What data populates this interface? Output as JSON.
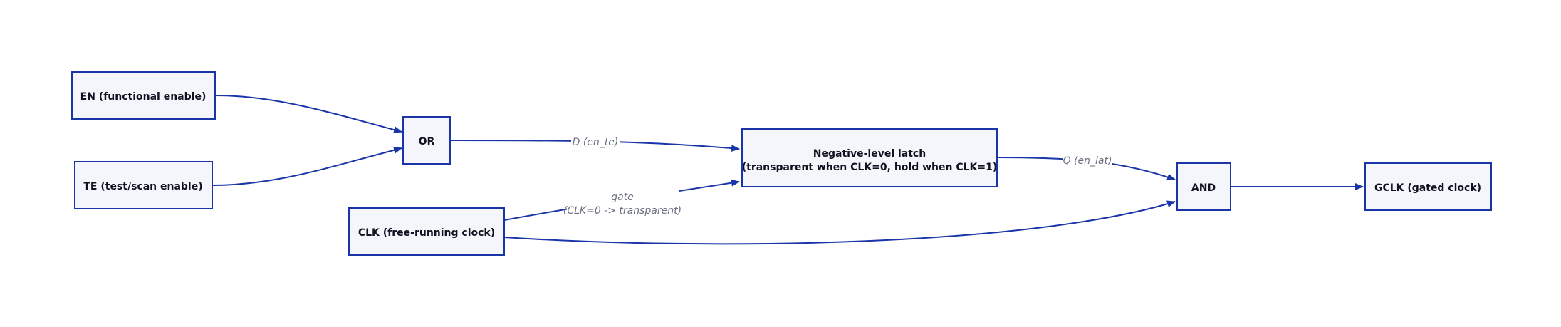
{
  "diagram": {
    "nodes": {
      "en": {
        "label": "EN (functional enable)"
      },
      "te": {
        "label": "TE (test/scan enable)"
      },
      "or": {
        "label": "OR"
      },
      "clk": {
        "label": "CLK (free-running clock)"
      },
      "latch": {
        "line1": "Negative-level latch",
        "line2": "(transparent when CLK=0, hold when CLK=1)"
      },
      "and": {
        "label": "AND"
      },
      "gclk": {
        "label": "GCLK (gated clock)"
      }
    },
    "edges": {
      "or_to_latch": {
        "label": "D (en_te)"
      },
      "clk_to_latch": {
        "line1": "gate",
        "line2": "(CLK=0 -> transparent)"
      },
      "latch_to_and": {
        "label": "Q (en_lat)"
      }
    },
    "colors": {
      "stroke": "#1a35a8",
      "node_fill": "#f5f6fb",
      "label_text": "#6b6f80",
      "node_text": "#0f1320"
    }
  }
}
